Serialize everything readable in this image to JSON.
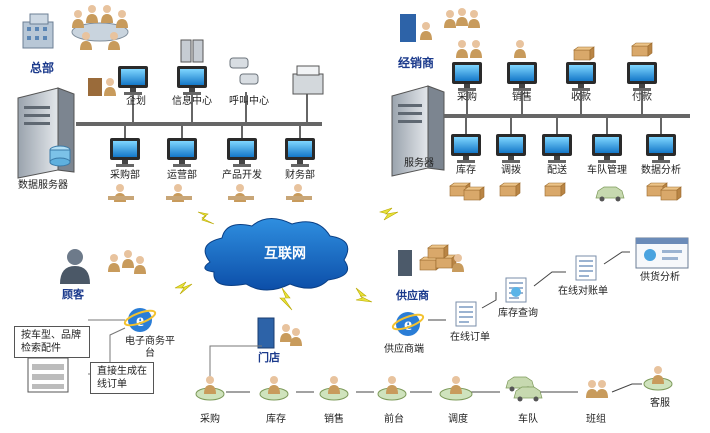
{
  "hq": {
    "title": "总部",
    "server_label": "数据服务器",
    "top_nodes": [
      "企划",
      "信息中心",
      "呼叫中心"
    ],
    "bottom_nodes": [
      "采购部",
      "运营部",
      "产品开发",
      "财务部"
    ]
  },
  "dealer": {
    "title": "经销商",
    "server_label": "服务器",
    "top_nodes": [
      "采购",
      "销售",
      "收款",
      "付款"
    ],
    "bottom_nodes": [
      "库存",
      "调拨",
      "配送",
      "车队管理",
      "数据分析"
    ]
  },
  "internet": {
    "label": "互联网"
  },
  "customer": {
    "title": "顾客",
    "platform_label": "电子商务平台",
    "box1": "按车型、品牌检索配件",
    "box2": "直接生成在线订单"
  },
  "supplier": {
    "title": "供应商",
    "portal_label": "供应商端",
    "flow": [
      "在线订单",
      "库存查询",
      "在线对账单",
      "供货分析"
    ]
  },
  "store": {
    "title": "门店",
    "flow": [
      "采购",
      "库存",
      "销售",
      "前台",
      "调度",
      "车队",
      "班组",
      "客服"
    ]
  },
  "colors": {
    "monitor": "#1fa0d8",
    "cloud": "#1565c0",
    "title_text": "#1b3a8c",
    "line": "#555555"
  }
}
